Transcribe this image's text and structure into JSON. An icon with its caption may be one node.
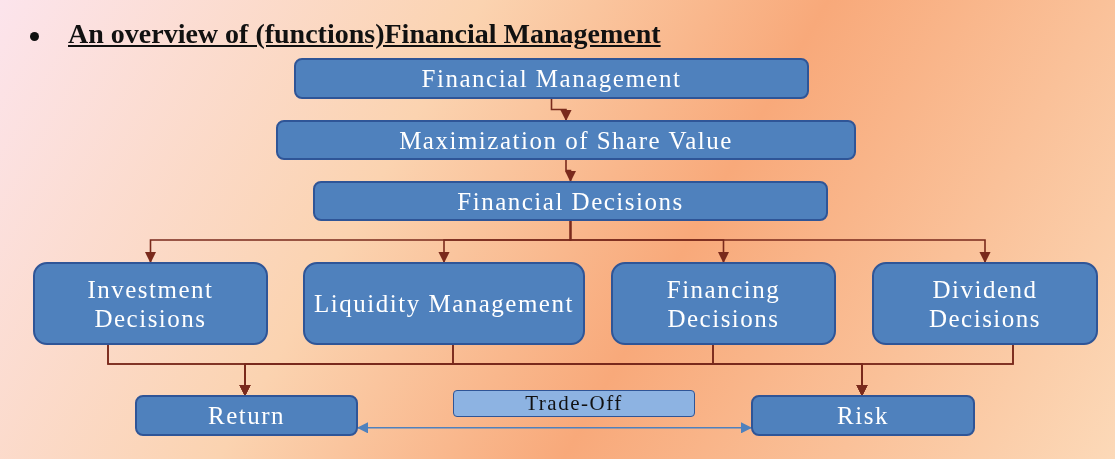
{
  "diagram": {
    "title": "An overview of (functions)Financial Management",
    "nodes": [
      {
        "text": [
          "Financial Management"
        ]
      },
      {
        "text": [
          "Maximization of Share Value"
        ]
      },
      {
        "text": [
          "Financial Decisions"
        ]
      },
      {
        "text": [
          "Investment Decisions"
        ]
      },
      {
        "text": [
          "Liquidity Management"
        ]
      },
      {
        "text": [
          "Financing Decisions"
        ]
      },
      {
        "text": [
          "Dividend Decisions"
        ]
      },
      {
        "text": [
          "Return"
        ]
      },
      {
        "text": [
          "Trade-Off"
        ]
      },
      {
        "text": [
          "Risk"
        ]
      }
    ],
    "edges": [
      {
        "from": 0,
        "to": 1,
        "arrow": "to"
      },
      {
        "from": 1,
        "to": 2,
        "arrow": "to"
      },
      {
        "from": 2,
        "to": 3,
        "arrow": "to"
      },
      {
        "from": 2,
        "to": 4,
        "arrow": "to"
      },
      {
        "from": 2,
        "to": 5,
        "arrow": "to"
      },
      {
        "from": 2,
        "to": 6,
        "arrow": "to"
      },
      {
        "from": 3,
        "to": 7,
        "arrow": "to"
      },
      {
        "from": 4,
        "to": 7,
        "arrow": "to"
      },
      {
        "from": 5,
        "to": 7,
        "arrow": "to"
      },
      {
        "from": 6,
        "to": 7,
        "arrow": "to"
      },
      {
        "from": 3,
        "to": 9,
        "arrow": "to"
      },
      {
        "from": 4,
        "to": 9,
        "arrow": "to"
      },
      {
        "from": 5,
        "to": 9,
        "arrow": "to"
      },
      {
        "from": 6,
        "to": 9,
        "arrow": "to"
      },
      {
        "from": 7,
        "to": 9,
        "arrow": "both",
        "color": "#4f81bd"
      }
    ]
  }
}
